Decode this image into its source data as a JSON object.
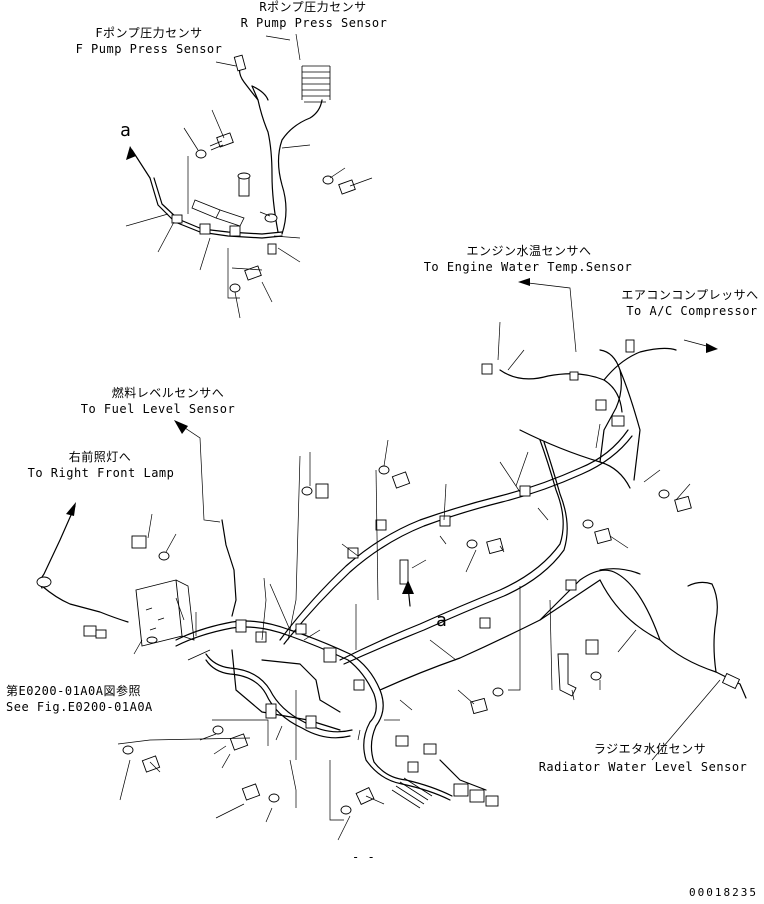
{
  "labels": {
    "r_pump_jp": "Rポンプ圧力センサ",
    "r_pump_en": "R Pump Press Sensor",
    "f_pump_jp": "Fポンプ圧力センサ",
    "f_pump_en": "F Pump Press Sensor",
    "engine_water_jp": "エンジン水温センサへ",
    "engine_water_en": "To Engine Water Temp.Sensor",
    "ac_jp": "エアコンコンプレッサへ",
    "ac_en": "To A/C Compressor",
    "fuel_jp": "燃料レベルセンサへ",
    "fuel_en": "To Fuel Level Sensor",
    "lamp_jp": "右前照灯へ",
    "lamp_en": "To Right Front Lamp",
    "see_fig_jp": "第E0200-01A0A図参照",
    "see_fig_en": "See Fig.E0200-01A0A",
    "radiator_jp": "ラジエタ水位センサ",
    "radiator_en": "Radiator Water Level Sensor",
    "ref_a_top": "a",
    "ref_a_mid": "a",
    "mark_bottom": "- -",
    "drawing_number": "00018235"
  }
}
